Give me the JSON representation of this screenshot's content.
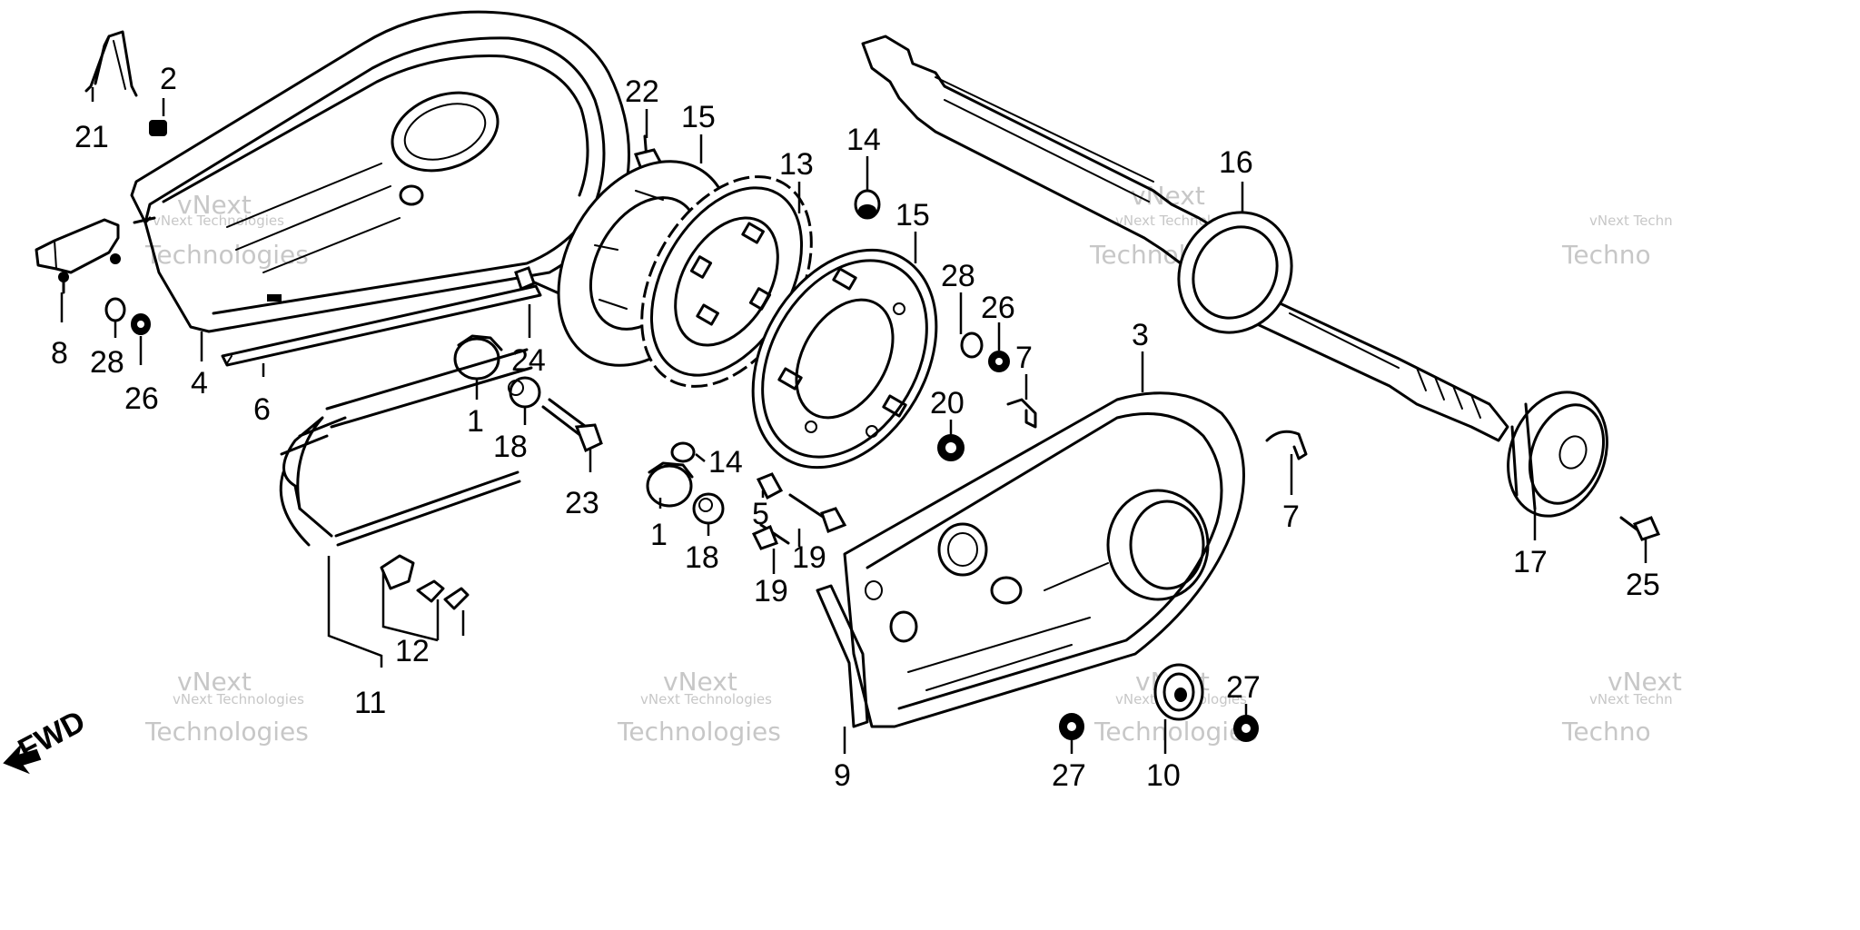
{
  "diagram": {
    "fwd_label": "FWD",
    "watermark": {
      "line1": "vNext Technologies",
      "line2": "vNext",
      "line3": "Technologies",
      "partial1": "vNext Techn",
      "partial2": "Techno"
    },
    "callouts": [
      {
        "id": "c21",
        "text": "21"
      },
      {
        "id": "c2",
        "text": "2"
      },
      {
        "id": "c8",
        "text": "8"
      },
      {
        "id": "c28a",
        "text": "28"
      },
      {
        "id": "c26a",
        "text": "26"
      },
      {
        "id": "c4",
        "text": "4"
      },
      {
        "id": "c6",
        "text": "6"
      },
      {
        "id": "c22",
        "text": "22"
      },
      {
        "id": "c15a",
        "text": "15"
      },
      {
        "id": "c13",
        "text": "13"
      },
      {
        "id": "c14a",
        "text": "14"
      },
      {
        "id": "c15b",
        "text": "15"
      },
      {
        "id": "c24",
        "text": "24"
      },
      {
        "id": "c1a",
        "text": "1"
      },
      {
        "id": "c18a",
        "text": "18"
      },
      {
        "id": "c23",
        "text": "23"
      },
      {
        "id": "c14b",
        "text": "14"
      },
      {
        "id": "c1b",
        "text": "1"
      },
      {
        "id": "c18b",
        "text": "18"
      },
      {
        "id": "c5",
        "text": "5"
      },
      {
        "id": "c19a",
        "text": "19"
      },
      {
        "id": "c19b",
        "text": "19"
      },
      {
        "id": "c11",
        "text": "11"
      },
      {
        "id": "c12",
        "text": "12"
      },
      {
        "id": "c28b",
        "text": "28"
      },
      {
        "id": "c26b",
        "text": "26"
      },
      {
        "id": "c7a",
        "text": "7"
      },
      {
        "id": "c20",
        "text": "20"
      },
      {
        "id": "c3",
        "text": "3"
      },
      {
        "id": "c16",
        "text": "16"
      },
      {
        "id": "c7b",
        "text": "7"
      },
      {
        "id": "c17",
        "text": "17"
      },
      {
        "id": "c25",
        "text": "25"
      },
      {
        "id": "c9",
        "text": "9"
      },
      {
        "id": "c27a",
        "text": "27"
      },
      {
        "id": "c10",
        "text": "10"
      },
      {
        "id": "c27b",
        "text": "27"
      }
    ]
  }
}
